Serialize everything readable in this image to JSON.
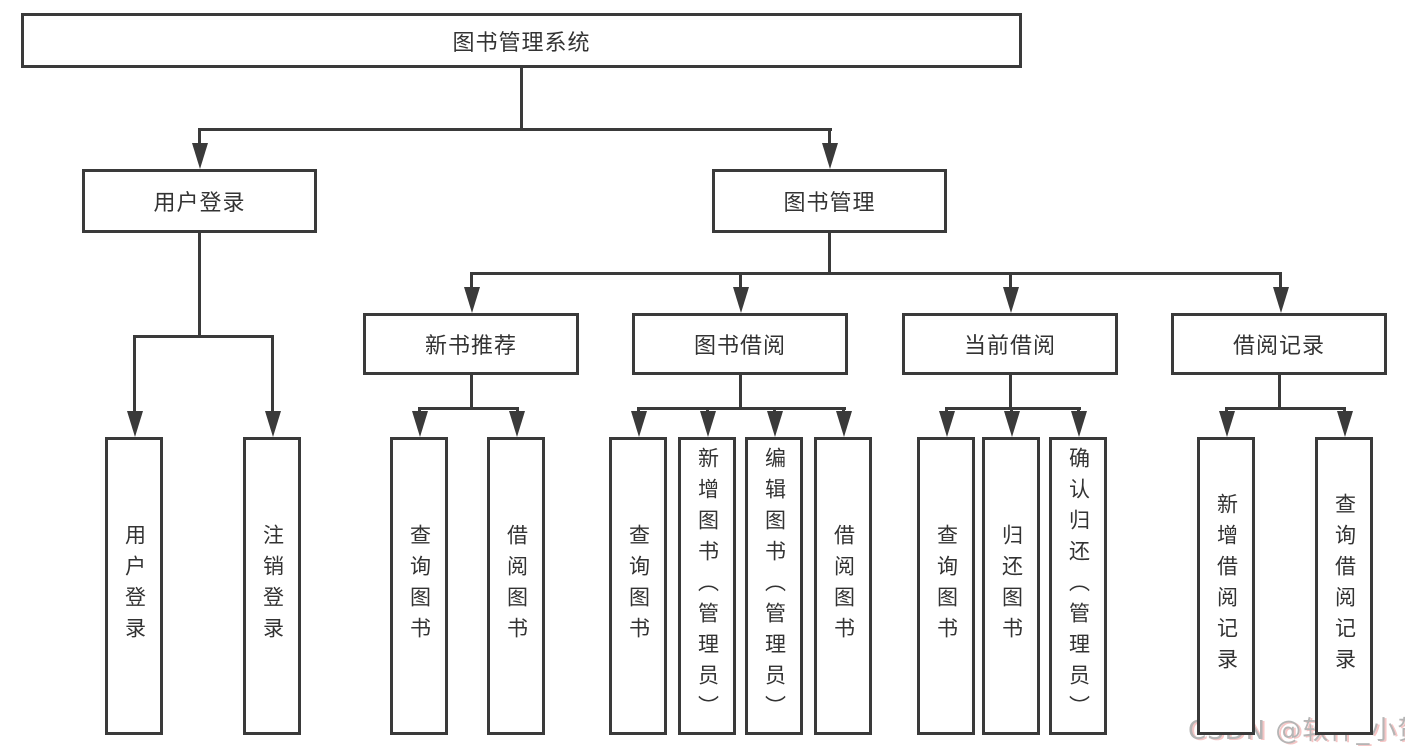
{
  "diagram": {
    "title": "图书管理系统",
    "watermark": "CSDN @软件_小贺同学",
    "colors": {
      "line": "#3a3a3a",
      "box_border": "#3a3a3a",
      "box_background": "#ffffff",
      "text": "#333333",
      "watermark": "#b5b5b5"
    },
    "nodes": [
      {
        "id": "root",
        "label": "图书管理系统",
        "parent": null
      },
      {
        "id": "user-login",
        "label": "用户登录",
        "parent": "root"
      },
      {
        "id": "book-mgmt",
        "label": "图书管理",
        "parent": "root"
      },
      {
        "id": "login",
        "label": "用户登录",
        "parent": "user-login"
      },
      {
        "id": "logout",
        "label": "注销登录",
        "parent": "user-login"
      },
      {
        "id": "new-book",
        "label": "新书推荐",
        "parent": "book-mgmt"
      },
      {
        "id": "book-borrow",
        "label": "图书借阅",
        "parent": "book-mgmt"
      },
      {
        "id": "current-borrow",
        "label": "当前借阅",
        "parent": "book-mgmt"
      },
      {
        "id": "borrow-record",
        "label": "借阅记录",
        "parent": "book-mgmt"
      },
      {
        "id": "nb-query",
        "label": "查询图书",
        "parent": "new-book"
      },
      {
        "id": "nb-borrow",
        "label": "借阅图书",
        "parent": "new-book"
      },
      {
        "id": "bb-query",
        "label": "查询图书",
        "parent": "book-borrow"
      },
      {
        "id": "bb-add",
        "label": "新增图书（管理员）",
        "parent": "book-borrow"
      },
      {
        "id": "bb-edit",
        "label": "编辑图书（管理员）",
        "parent": "book-borrow"
      },
      {
        "id": "bb-borrow",
        "label": "借阅图书",
        "parent": "book-borrow"
      },
      {
        "id": "cb-query",
        "label": "查询图书",
        "parent": "current-borrow"
      },
      {
        "id": "cb-return",
        "label": "归还图书",
        "parent": "current-borrow"
      },
      {
        "id": "cb-confirm",
        "label": "确认归还（管理员）",
        "parent": "current-borrow"
      },
      {
        "id": "br-add",
        "label": "新增借阅记录",
        "parent": "borrow-record"
      },
      {
        "id": "br-query",
        "label": "查询借阅记录",
        "parent": "borrow-record"
      }
    ]
  }
}
